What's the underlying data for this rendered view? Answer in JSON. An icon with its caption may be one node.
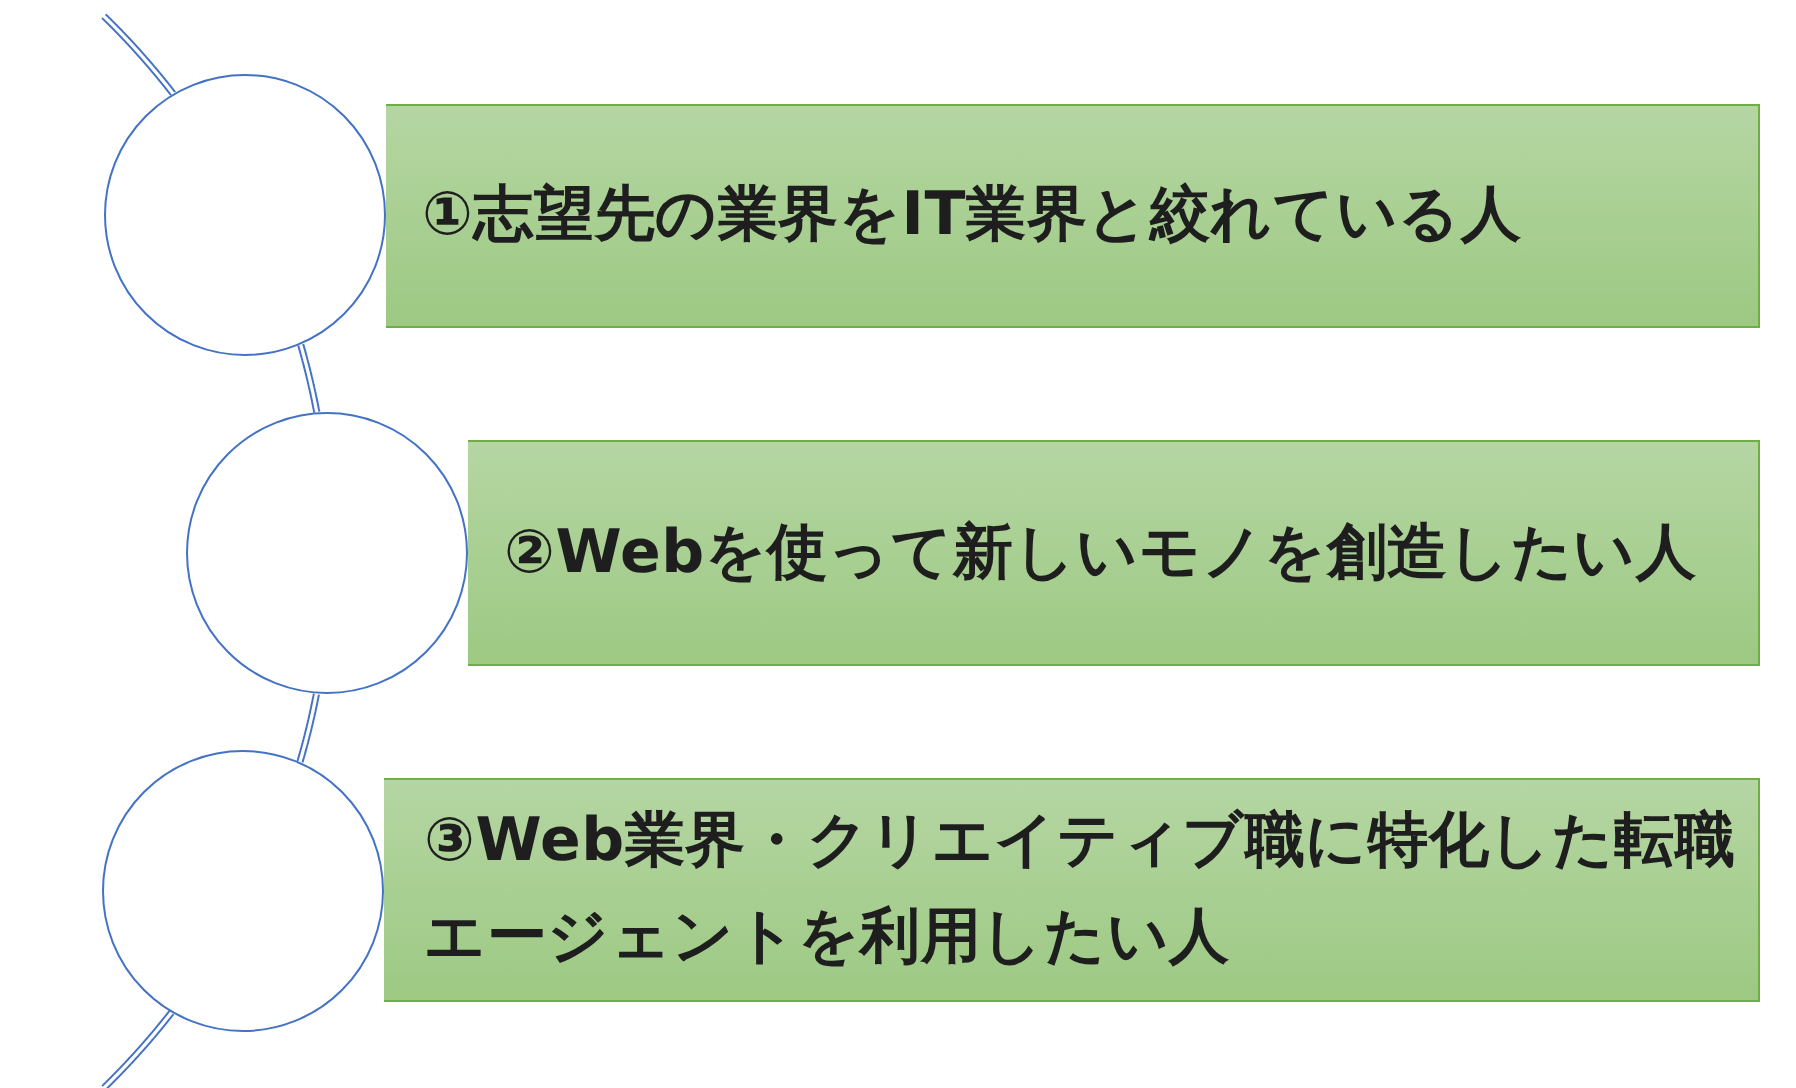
{
  "diagram": {
    "nodes": [
      {
        "text": [],
        "shape": "circle"
      },
      {
        "text": [
          "①志望先の業界をIT業界と絞れている人"
        ]
      },
      {
        "text": [],
        "shape": "circle"
      },
      {
        "text": [
          "②Webを使って新しいモノを創造したい人"
        ]
      },
      {
        "text": [],
        "shape": "circle"
      },
      {
        "text": [
          "③Web業界・クリエイティブ職に特化した転職エージェントを利用したい人"
        ]
      }
    ],
    "edges": [
      {
        "from": null,
        "to": 0,
        "arrow": "none"
      },
      {
        "from": 0,
        "to": 2,
        "arrow": "none"
      },
      {
        "from": 2,
        "to": 4,
        "arrow": "none"
      },
      {
        "from": 4,
        "to": null,
        "arrow": "none"
      }
    ]
  }
}
